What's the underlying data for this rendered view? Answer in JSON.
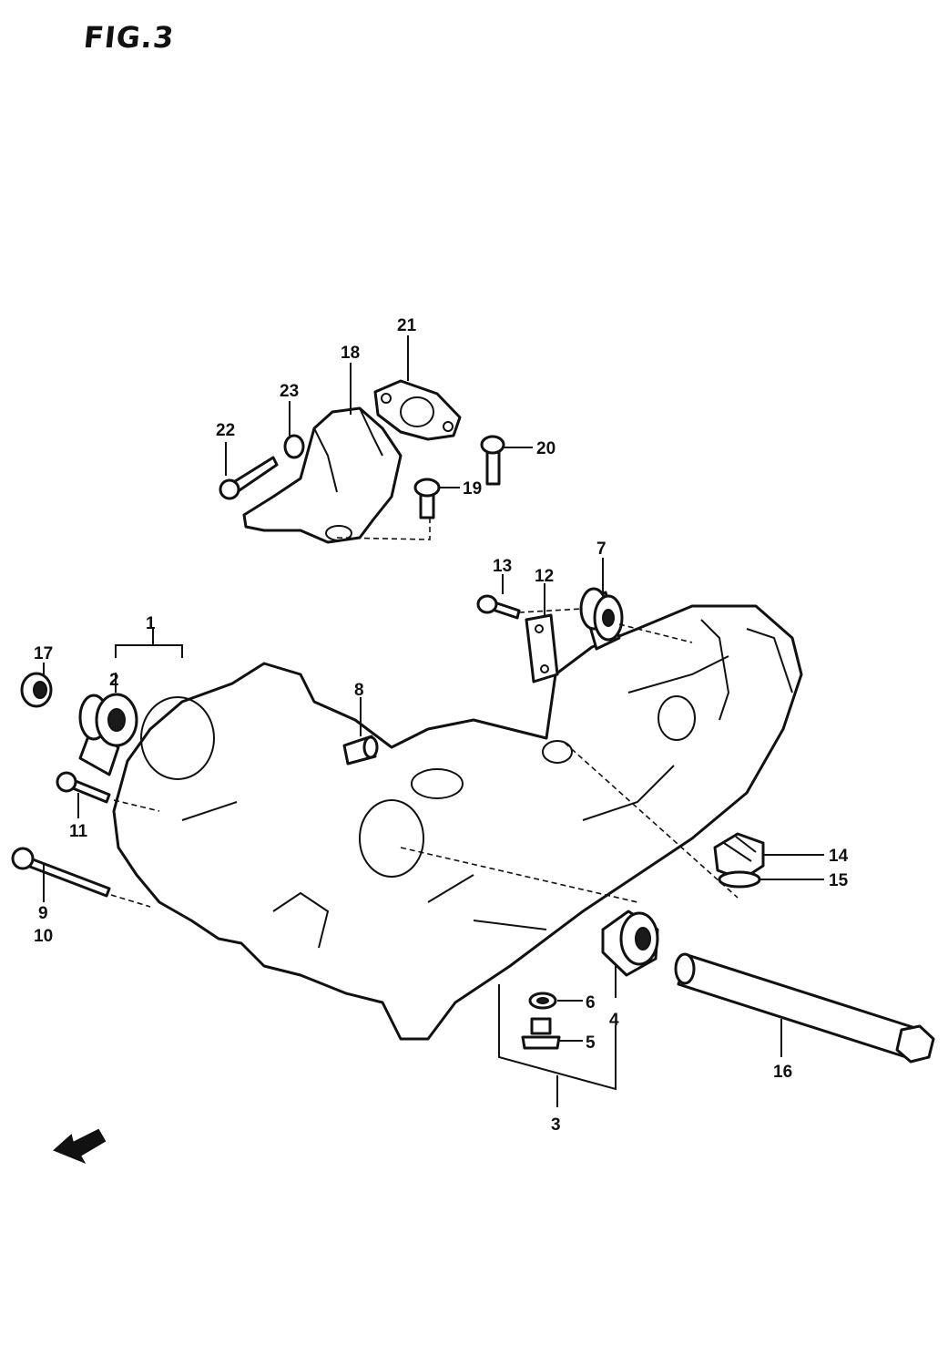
{
  "figure": {
    "title": "FIG.3"
  },
  "callouts": {
    "c1": "1",
    "c2": "2",
    "c3": "3",
    "c4": "4",
    "c5": "5",
    "c6": "6",
    "c7": "7",
    "c8": "8",
    "c9": "9",
    "c10": "10",
    "c11": "11",
    "c12": "12",
    "c13": "13",
    "c14": "14",
    "c15": "15",
    "c16": "16",
    "c17": "17",
    "c18": "18",
    "c19": "19",
    "c20": "20",
    "c21": "21",
    "c22": "22",
    "c23": "23"
  },
  "icons": {
    "front_arrow": "front-direction-arrow-icon"
  }
}
